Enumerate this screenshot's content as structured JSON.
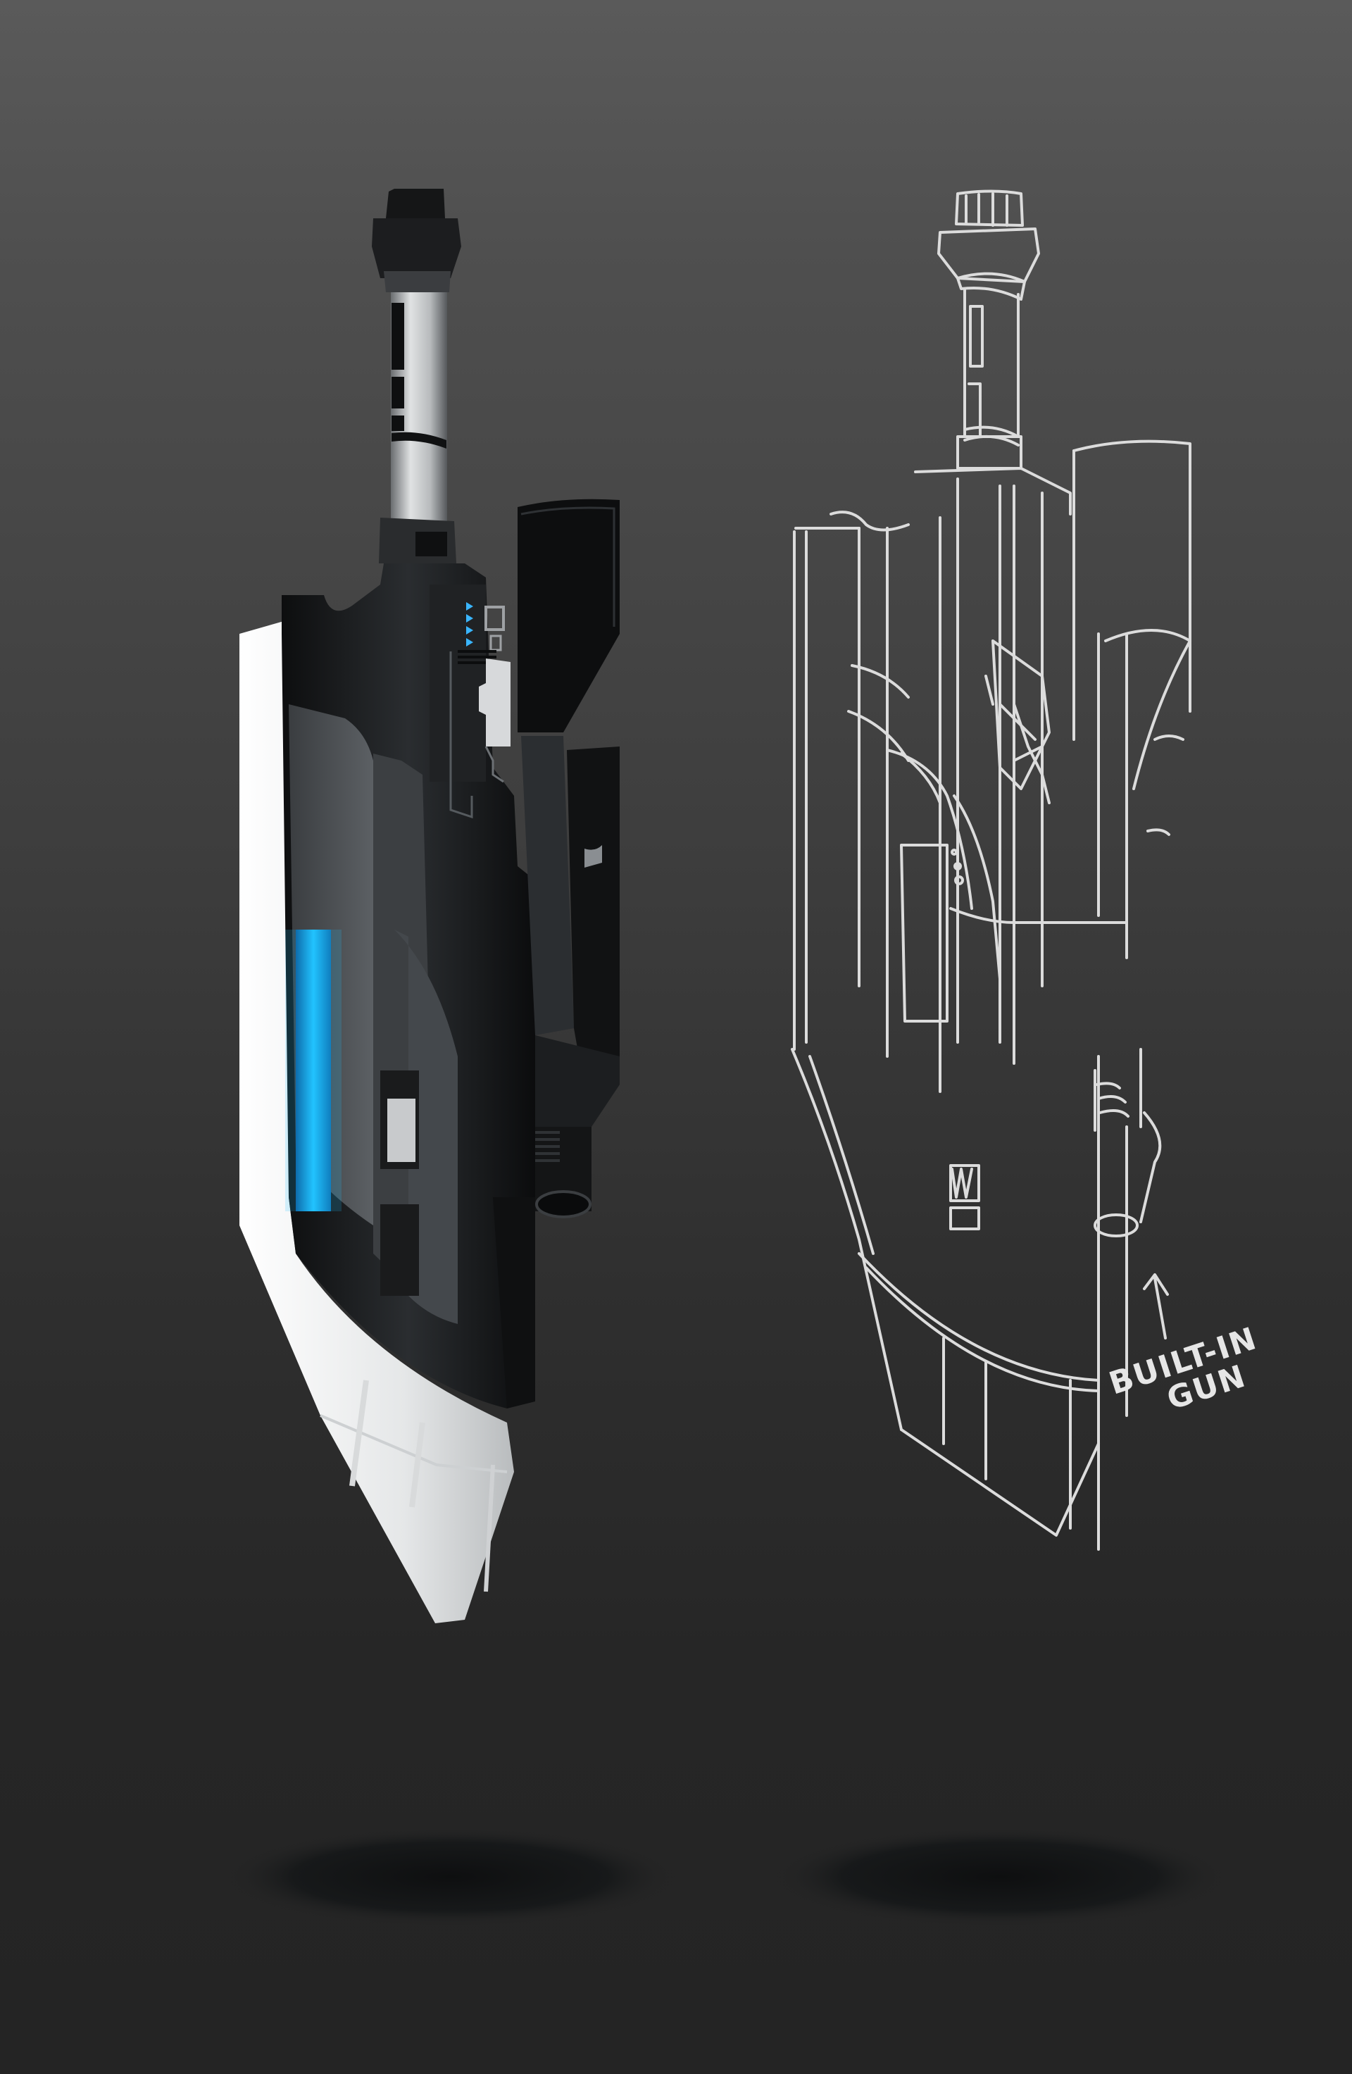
{
  "artwork": {
    "background": {
      "top": "#5a5a5a",
      "bottom": "#242424"
    },
    "rendered_weapon": {
      "label": "rendered-gunblade",
      "colors": {
        "body": "#141618",
        "metal": "#c9cbcd",
        "blade": "#eceeef",
        "glow": "#1fb3f0",
        "led": "#3ab6ff"
      },
      "led_count": 4
    },
    "sketch_weapon": {
      "label": "line-sketch-gunblade",
      "line_color": "#dcdcdc"
    },
    "annotation": {
      "line1": "BUILT-IN",
      "line2": "GUN",
      "arrow": "up-arrow"
    },
    "shadows": {
      "count": 2,
      "color": "#121314"
    }
  }
}
